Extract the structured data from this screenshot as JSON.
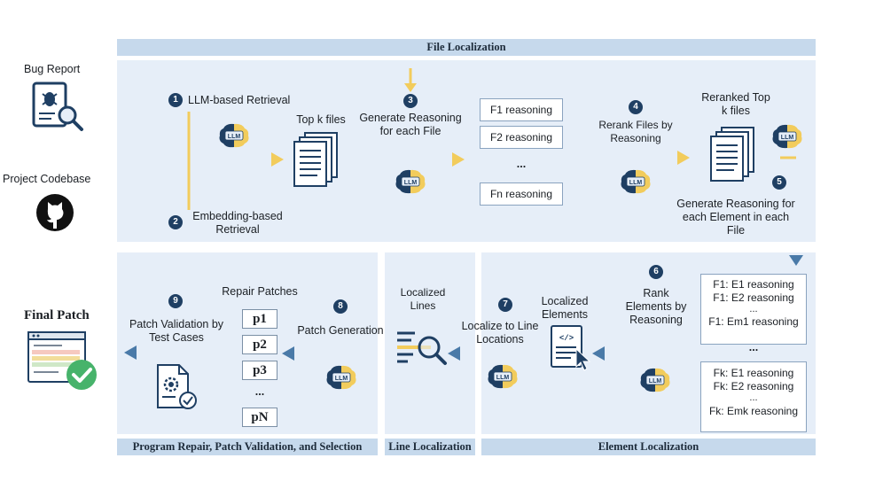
{
  "sections": {
    "file_localization": "File Localization",
    "program_repair": "Program Repair, Patch Validation, and Selection",
    "line_localization": "Line Localization",
    "element_localization": "Element Localization"
  },
  "inputs": {
    "bug_report": "Bug Report",
    "project_codebase": "Project Codebase"
  },
  "steps": {
    "s1": {
      "num": "1",
      "label": "LLM-based Retrieval"
    },
    "s2": {
      "num": "2",
      "label": "Embedding-based Retrieval"
    },
    "s3": {
      "num": "3",
      "label": "Generate Reasoning for each File"
    },
    "s4": {
      "num": "4",
      "label": "Rerank Files by Reasoning"
    },
    "s5": {
      "num": "5",
      "label": "Generate Reasoning for each Element in each File"
    },
    "s6": {
      "num": "6",
      "label": "Rank Elements by Reasoning"
    },
    "s7": {
      "num": "7",
      "label": "Localize to Line Locations"
    },
    "s8": {
      "num": "8",
      "label": "Patch Generation"
    },
    "s9": {
      "num": "9",
      "label": "Patch Validation by Test Cases"
    }
  },
  "nodes": {
    "top_k_files": "Top k files",
    "reranked_top_k": "Reranked Top k files",
    "localized_elements": "Localized Elements",
    "localized_lines": "Localized Lines",
    "repair_patches": "Repair Patches",
    "final_patch": "Final Patch"
  },
  "file_reasoning": [
    "F1 reasoning",
    "F2 reasoning",
    "...",
    "Fn reasoning"
  ],
  "element_reasoning": {
    "group1": [
      "F1: E1 reasoning",
      "F1: E2 reasoning",
      "...",
      "F1: Em1 reasoning"
    ],
    "separator": "...",
    "group2": [
      "Fk: E1 reasoning",
      "Fk: E2 reasoning",
      "...",
      "Fk: Emk reasoning"
    ]
  },
  "patches": [
    "p1",
    "p2",
    "p3",
    "...",
    "pN"
  ],
  "llm_badge": "LLM",
  "colors": {
    "panel": "#e6eef8",
    "band": "#c6d9ec",
    "arrow_blue": "#4a7aa8",
    "arrow_yellow": "#f2cc5c",
    "step_circle": "#1f3f63",
    "check_green": "#47b36b"
  }
}
